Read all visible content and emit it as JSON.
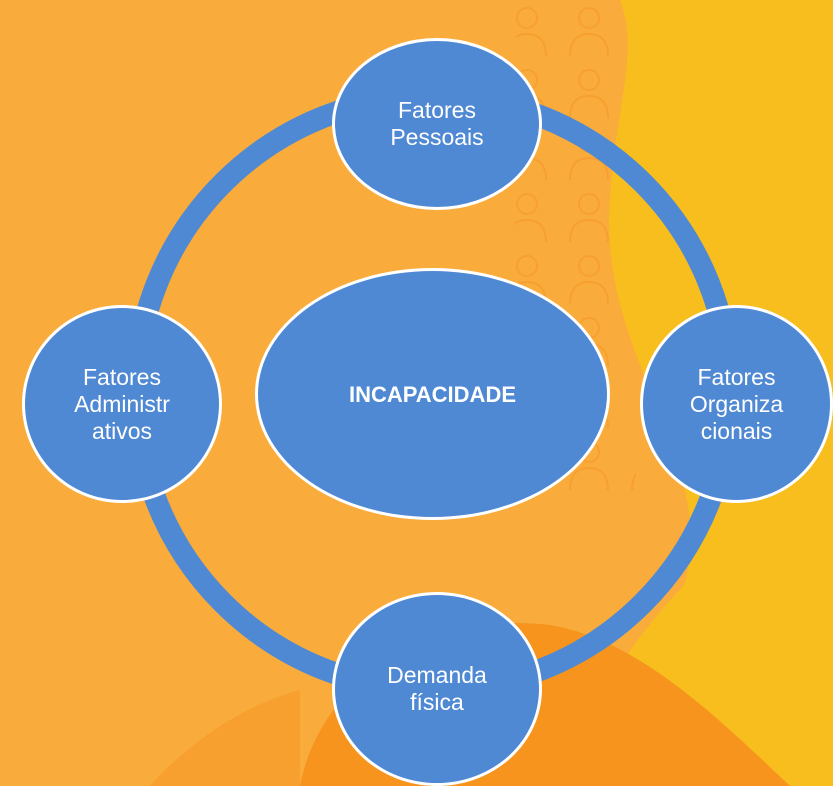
{
  "colors": {
    "background": "#F9AC3B",
    "background_dark": "#F7941D",
    "background_yellow": "#F7BE1E",
    "node_fill": "#5089D3",
    "node_border": "#FFFFFF",
    "ring": "#5089D3",
    "text": "#FFFFFF"
  },
  "diagram": {
    "center": {
      "label": "INCAPACIDADE"
    },
    "top": {
      "label": "Fatores\nPessoais"
    },
    "right": {
      "label": "Fatores\nOrganiza\ncionais"
    },
    "bottom": {
      "label": "Demanda\nfísica"
    },
    "left": {
      "label": "Fatores\nAdministr\nativos"
    }
  }
}
